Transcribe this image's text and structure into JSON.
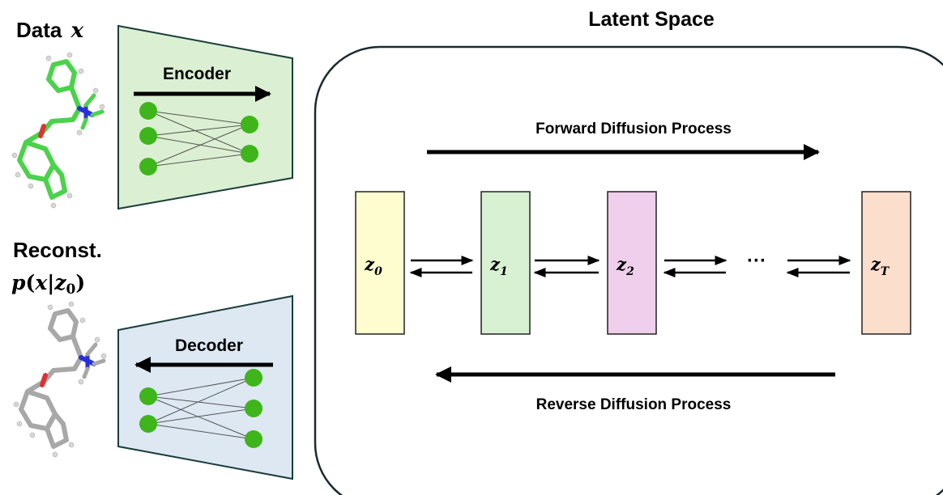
{
  "data_label": {
    "text": "Data",
    "var": "x"
  },
  "recon_label": {
    "line1": "Reconst.",
    "p": "p",
    "open": "(",
    "x": "x",
    "bar": "|",
    "z": "z",
    "sub": "0",
    "close": ")"
  },
  "encoder": {
    "label": "Encoder",
    "fill": "#dbf0d2",
    "left_nodes": 3,
    "right_nodes": 2
  },
  "decoder": {
    "label": "Decoder",
    "fill": "#dde8f3",
    "left_nodes": 2,
    "right_nodes": 3
  },
  "latent": {
    "title": "Latent Space",
    "forward_label": "Forward Diffusion Process",
    "reverse_label": "Reverse Diffusion Process",
    "ellipsis": "···",
    "states": [
      {
        "var": "z",
        "sub": "0",
        "fill": "#fdfdcf"
      },
      {
        "var": "z",
        "sub": "1",
        "fill": "#d9f1d3"
      },
      {
        "var": "z",
        "sub": "2",
        "fill": "#efcfec"
      },
      {
        "var": "z",
        "sub": "T",
        "fill": "#fcdecd"
      }
    ]
  },
  "colors": {
    "node": "#3eb51a",
    "molecule_encode": "#4bd24b",
    "molecule_decode": "#a8a8a8",
    "nitrogen": "#2530d8",
    "oxygen": "#d83434"
  }
}
